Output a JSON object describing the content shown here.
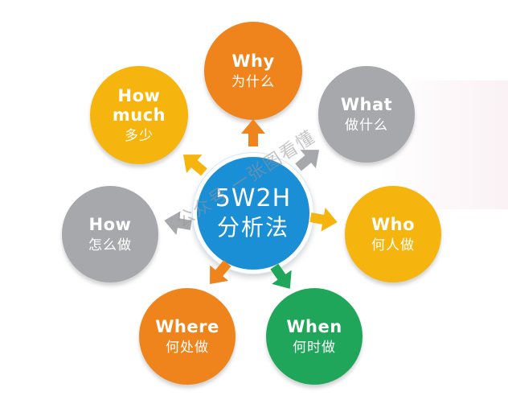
{
  "center": {
    "line1": "5W2H",
    "line2": "分析法",
    "color": "#1a8fd6"
  },
  "nodes": {
    "why": {
      "en": "Why",
      "zh": "为什么",
      "color": "#f0841c"
    },
    "what": {
      "en": "What",
      "zh": "做什么",
      "color": "#a7a8ab"
    },
    "who": {
      "en": "Who",
      "zh": "何人做",
      "color": "#f5b50e"
    },
    "when": {
      "en": "When",
      "zh": "何时做",
      "color": "#1fa65a"
    },
    "where": {
      "en": "Where",
      "zh": "何处做",
      "color": "#f0841c"
    },
    "how": {
      "en": "How",
      "zh": "怎么做",
      "color": "#a7a8ab"
    },
    "how_much": {
      "en1": "How",
      "en2": "much",
      "zh": "多少",
      "color": "#f5b50e"
    }
  },
  "watermark": "公众号 一张图看懂"
}
